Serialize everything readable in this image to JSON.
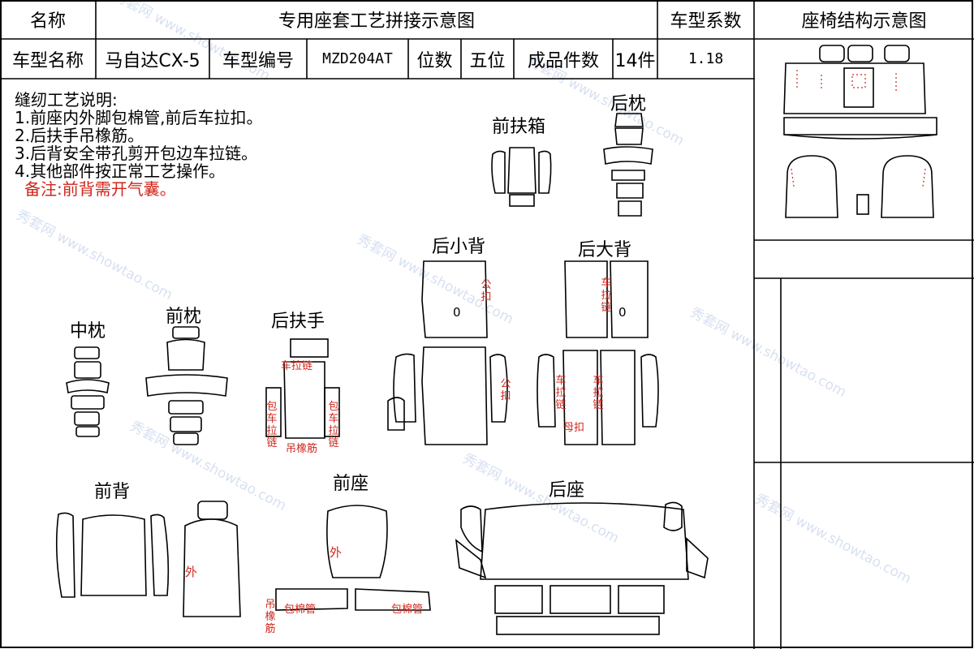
{
  "header": {
    "name_label": "名称",
    "title": "专用座套工艺拼接示意图",
    "coef_label": "车型系数",
    "structure_label": "座椅结构示意图"
  },
  "info": {
    "model_name_label": "车型名称",
    "model_name": "马自达CX-5",
    "model_code_label": "车型编号",
    "model_code": "MZD204AT",
    "seats_label": "位数",
    "seats": "五位",
    "pieces_label": "成品件数",
    "pieces": "14件",
    "coef": "1.18"
  },
  "instructions": {
    "title": "缝纫工艺说明:",
    "items": [
      "1.前座内外脚包棉管,前后车拉扣。",
      "2.后扶手吊橡筋。",
      "3.后背安全带孔剪开包边车拉链。",
      "4.其他部件按正常工艺操作。"
    ],
    "note": "备注:前背需开气囊。"
  },
  "parts": {
    "front_armrest_box": "前扶箱",
    "rear_pillow": "后枕",
    "rear_small_back": "后小背",
    "rear_big_back": "后大背",
    "middle_pillow": "中枕",
    "front_pillow": "前枕",
    "rear_armrest": "后扶手",
    "front_back": "前背",
    "front_seat": "前座",
    "rear_seat": "后座"
  },
  "annotations": {
    "gong_kou": "公扣",
    "che_la_lian": "车拉链",
    "mu_kou": "母扣",
    "bao_che_la_lian": "包车拉链",
    "diao_xiang_jin": "吊橡筋",
    "bao_mian_guan": "包棉管",
    "wai": "外",
    "zero": "0"
  },
  "watermark": {
    "brand": "秀套网",
    "url": "www.showtao.com"
  }
}
